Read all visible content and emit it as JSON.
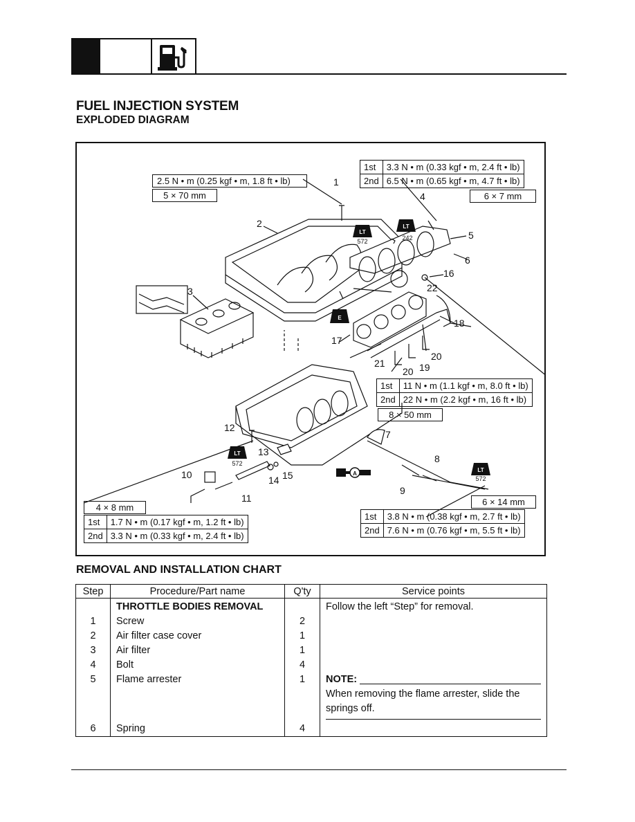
{
  "header": {
    "icon": "fuel-pump-icon"
  },
  "title": "FUEL INJECTION SYSTEM",
  "subtitle": "EXPLODED DIAGRAM",
  "diagram": {
    "spec_top_left": {
      "torque": "2.5 N • m (0.25 kgf • m, 1.8 ft • lb)",
      "size": "5 × 70 mm"
    },
    "spec_top_right": {
      "rows": [
        {
          "stage": "1st",
          "torque": "3.3 N • m (0.33 kgf • m, 2.4 ft • lb)"
        },
        {
          "stage": "2nd",
          "torque": "6.5 N • m (0.65 kgf • m, 4.7 ft • lb)"
        }
      ],
      "size": "6 × 7 mm"
    },
    "spec_mid_right": {
      "rows": [
        {
          "stage": "1st",
          "torque": "11 N • m (1.1 kgf • m, 8.0 ft • lb)"
        },
        {
          "stage": "2nd",
          "torque": "22 N • m (2.2 kgf • m, 16 ft • lb)"
        }
      ],
      "size": "8 × 50 mm"
    },
    "spec_bottom_left": {
      "size": "4 × 8 mm",
      "rows": [
        {
          "stage": "1st",
          "torque": "1.7 N • m (0.17 kgf • m, 1.2 ft • lb)"
        },
        {
          "stage": "2nd",
          "torque": "3.3 N • m (0.33 kgf • m, 2.4 ft • lb)"
        }
      ]
    },
    "spec_bottom_right": {
      "size": "6 × 14 mm",
      "rows": [
        {
          "stage": "1st",
          "torque": "3.8 N • m (0.38 kgf • m, 2.7 ft • lb)"
        },
        {
          "stage": "2nd",
          "torque": "7.6 N • m (0.76 kgf • m, 5.5 ft • lb)"
        }
      ]
    },
    "callouts": [
      "1",
      "2",
      "3",
      "4",
      "5",
      "6",
      "7",
      "8",
      "9",
      "10",
      "11",
      "12",
      "13",
      "14",
      "15",
      "16",
      "17",
      "18",
      "19",
      "20",
      "20",
      "21",
      "22"
    ],
    "symbols": {
      "lt": "LT",
      "lt_572": "572",
      "lt_242": "242",
      "e": "E",
      "a": "A"
    }
  },
  "chart_title": "REMOVAL AND INSTALLATION CHART",
  "table": {
    "headers": [
      "Step",
      "Procedure/Part name",
      "Q'ty",
      "Service points"
    ],
    "section": "THROTTLE BODIES REMOVAL",
    "section_note": "Follow the left “Step” for removal.",
    "rows": [
      {
        "step": "1",
        "part": "Screw",
        "qty": "2"
      },
      {
        "step": "2",
        "part": "Air filter case cover",
        "qty": "1"
      },
      {
        "step": "3",
        "part": "Air filter",
        "qty": "1"
      },
      {
        "step": "4",
        "part": "Bolt",
        "qty": "4"
      },
      {
        "step": "5",
        "part": "Flame arrester",
        "qty": "1"
      },
      {
        "step": "6",
        "part": "Spring",
        "qty": "4"
      }
    ],
    "note_label": "NOTE:",
    "note_text": "When removing the flame arrester, slide the springs off."
  }
}
